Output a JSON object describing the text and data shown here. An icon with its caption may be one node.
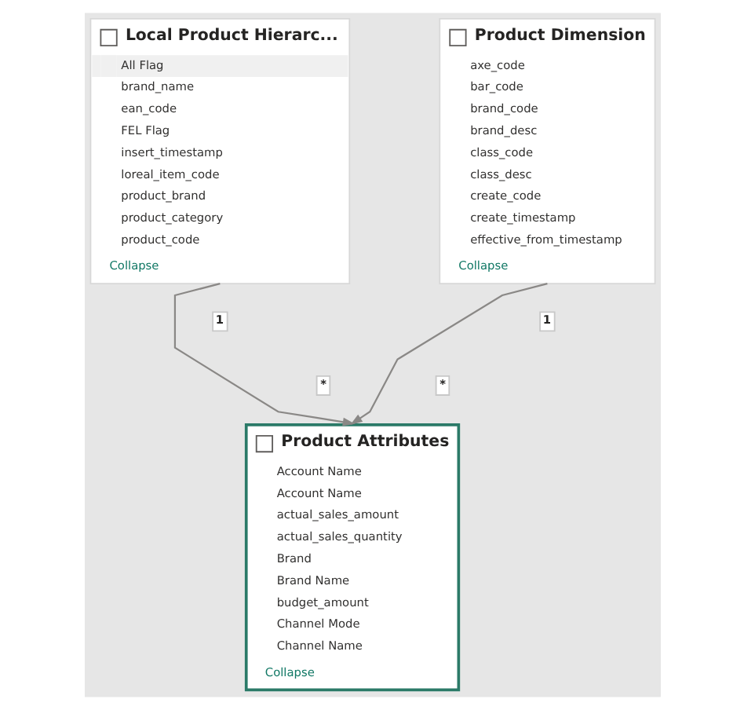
{
  "diagram": {
    "nodes": [
      {
        "text": [
          "Local Product Hierarc...",
          "All Flag",
          "brand_name",
          "ean_code",
          "FEL Flag",
          "insert_timestamp",
          "loreal_item_code",
          "product_brand",
          "product_category",
          "product_code",
          "Collapse"
        ]
      },
      {
        "text": [
          "Product Dimension",
          "axe_code",
          "bar_code",
          "brand_code",
          "brand_desc",
          "class_code",
          "class_desc",
          "create_code",
          "create_timestamp",
          "effective_from_timestamp",
          "Collapse"
        ]
      },
      {
        "text": [
          "Product Attributes",
          "Account Name",
          "Account Name",
          "actual_sales_amount",
          "actual_sales_quantity",
          "Brand",
          "Brand Name",
          "budget_amount",
          "Channel Mode",
          "Channel Name",
          "Collapse"
        ]
      }
    ],
    "edges": [
      {
        "from": 0,
        "to": 2,
        "arrow": "to"
      },
      {
        "from": 1,
        "to": 2,
        "arrow": "to"
      }
    ],
    "labels": [
      "1",
      "1",
      "*",
      "*"
    ]
  }
}
